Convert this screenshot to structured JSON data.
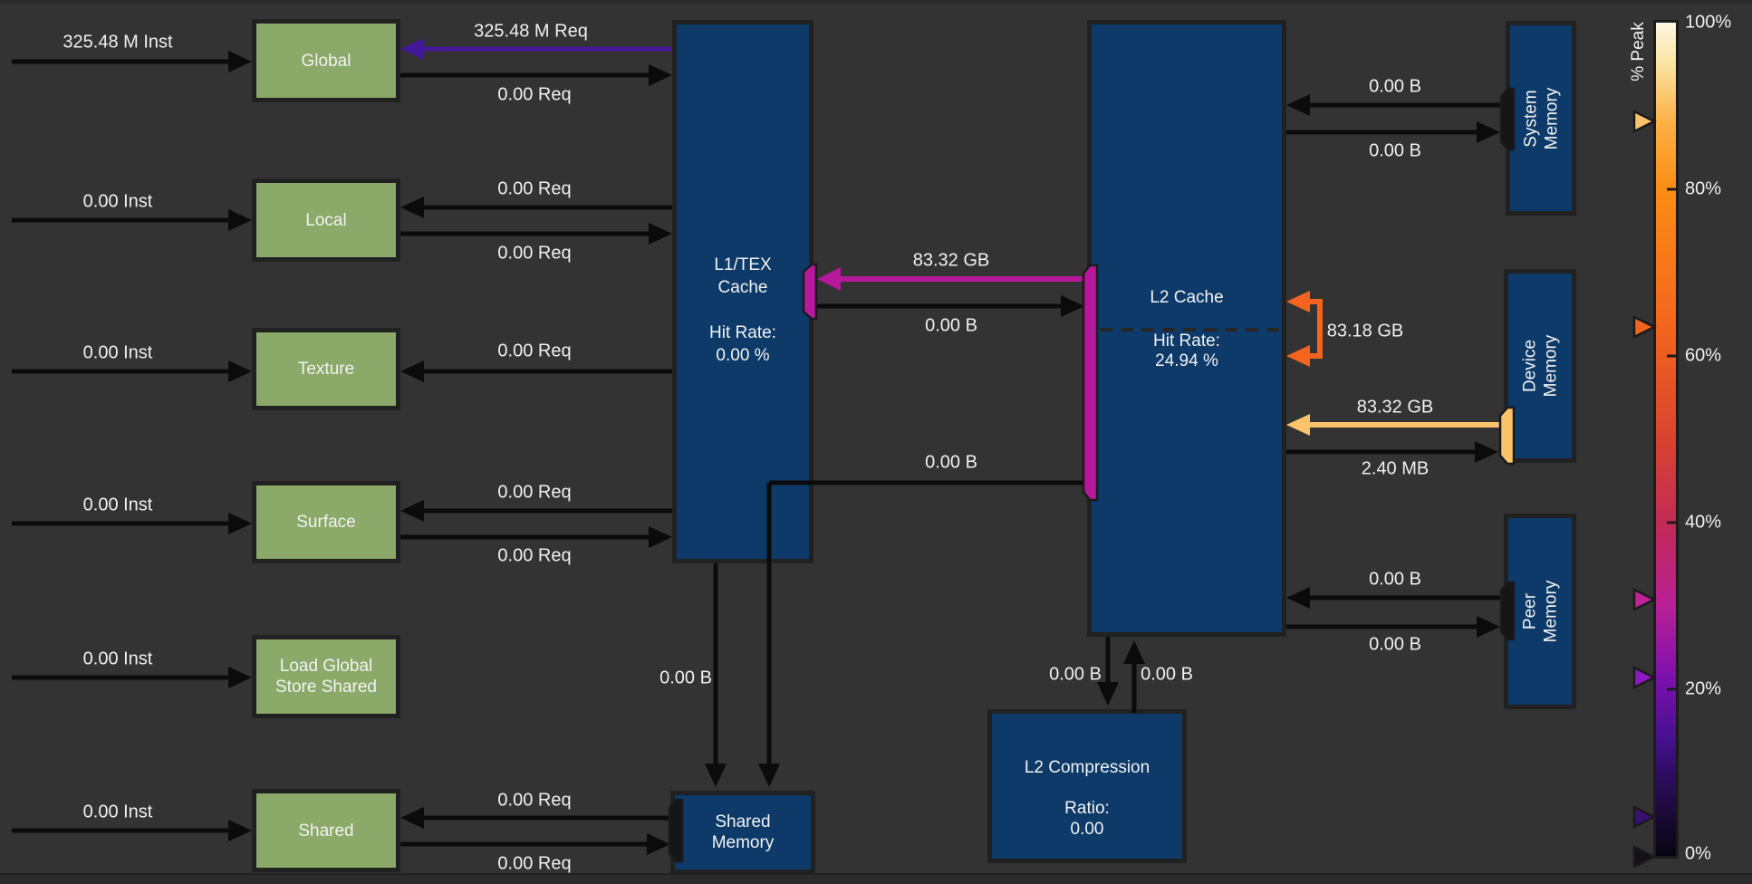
{
  "units": {
    "global": {
      "label": "Global"
    },
    "local": {
      "label": "Local"
    },
    "texture": {
      "label": "Texture"
    },
    "surface": {
      "label": "Surface"
    },
    "lgss": {
      "line1": "Load Global",
      "line2": "Store Shared"
    },
    "shared": {
      "label": "Shared"
    }
  },
  "caches": {
    "l1": {
      "line1": "L1/TEX",
      "line2": "Cache",
      "hit_label": "Hit Rate:",
      "hit_value": "0.00 %"
    },
    "l2": {
      "title": "L2 Cache",
      "hit_label": "Hit Rate:",
      "hit_value": "24.94 %"
    },
    "shared_memory": {
      "line1": "Shared",
      "line2": "Memory"
    },
    "l2_compression": {
      "title": "L2 Compression",
      "ratio_label": "Ratio:",
      "ratio_value": "0.00"
    }
  },
  "memories": {
    "system": {
      "line1": "System",
      "line2": "Memory"
    },
    "device": {
      "line1": "Device",
      "line2": "Memory"
    },
    "peer": {
      "line1": "Peer",
      "line2": "Memory"
    }
  },
  "flows": {
    "global": {
      "inst": "325.48 M Inst",
      "req_in": "325.48 M Req",
      "req_out": "0.00 Req"
    },
    "local": {
      "inst": "0.00 Inst",
      "req_in": "0.00 Req",
      "req_out": "0.00 Req"
    },
    "texture": {
      "inst": "0.00 Inst",
      "req": "0.00 Req"
    },
    "surface": {
      "inst": "0.00 Inst",
      "req_in": "0.00 Req",
      "req_out": "0.00 Req"
    },
    "lgss": {
      "inst": "0.00 Inst"
    },
    "shared": {
      "inst": "0.00 Inst",
      "req_in": "0.00 Req",
      "req_out": "0.00 Req"
    },
    "l1_l2": {
      "read": "83.32 GB",
      "write": "0.00 B",
      "lower": "0.00 B",
      "to_shared_mem": "0.00 B"
    },
    "l2_system": {
      "to_l2": "0.00 B",
      "to_sys": "0.00 B"
    },
    "l2_fabric": {
      "value": "83.18 GB"
    },
    "l2_device": {
      "read": "83.32 GB",
      "write": "2.40 MB"
    },
    "l2_peer": {
      "to_l2": "0.00 B",
      "to_peer": "0.00 B"
    },
    "l2_compression": {
      "down": "0.00 B",
      "up": "0.00 B"
    }
  },
  "colorbar": {
    "title": "% Peak",
    "ticks": [
      "100%",
      "80%",
      "60%",
      "40%",
      "20%",
      "0%"
    ]
  },
  "colors": {
    "background": "#333333",
    "box_blue": "#0d3a69",
    "box_green": "#8ba968",
    "line_black": "#0b0b0b",
    "purple": "#44189a",
    "magenta": "#b5189b",
    "orange": "#f4641e",
    "yellow": "#fbc46a"
  }
}
